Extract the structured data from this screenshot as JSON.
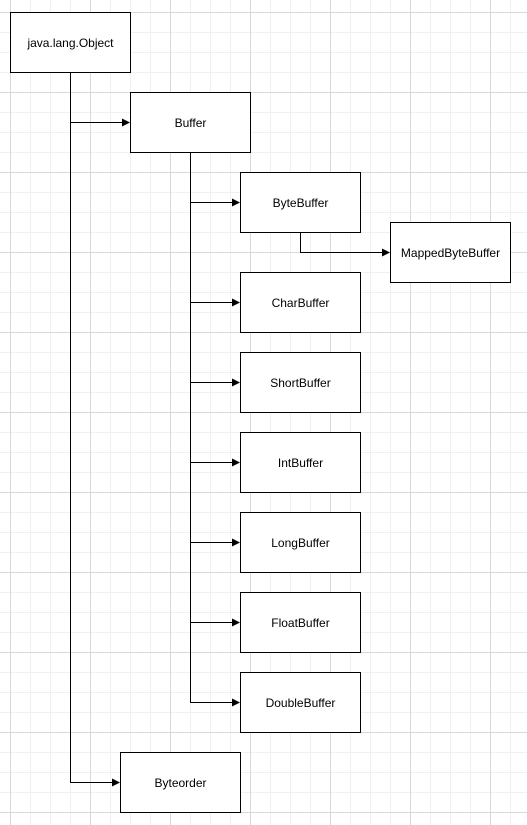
{
  "nodes": {
    "object": "java.lang.Object",
    "buffer": "Buffer",
    "byte_buffer": "ByteBuffer",
    "mapped_byte_buffer": "MappedByteBuffer",
    "char_buffer": "CharBuffer",
    "short_buffer": "ShortBuffer",
    "int_buffer": "IntBuffer",
    "long_buffer": "LongBuffer",
    "float_buffer": "FloatBuffer",
    "double_buffer": "DoubleBuffer",
    "byteorder": "Byteorder"
  },
  "edges": [
    {
      "from": "object",
      "to": "buffer"
    },
    {
      "from": "object",
      "to": "byteorder"
    },
    {
      "from": "buffer",
      "to": "byte_buffer"
    },
    {
      "from": "buffer",
      "to": "char_buffer"
    },
    {
      "from": "buffer",
      "to": "short_buffer"
    },
    {
      "from": "buffer",
      "to": "int_buffer"
    },
    {
      "from": "buffer",
      "to": "long_buffer"
    },
    {
      "from": "buffer",
      "to": "float_buffer"
    },
    {
      "from": "buffer",
      "to": "double_buffer"
    },
    {
      "from": "byte_buffer",
      "to": "mapped_byte_buffer"
    }
  ]
}
